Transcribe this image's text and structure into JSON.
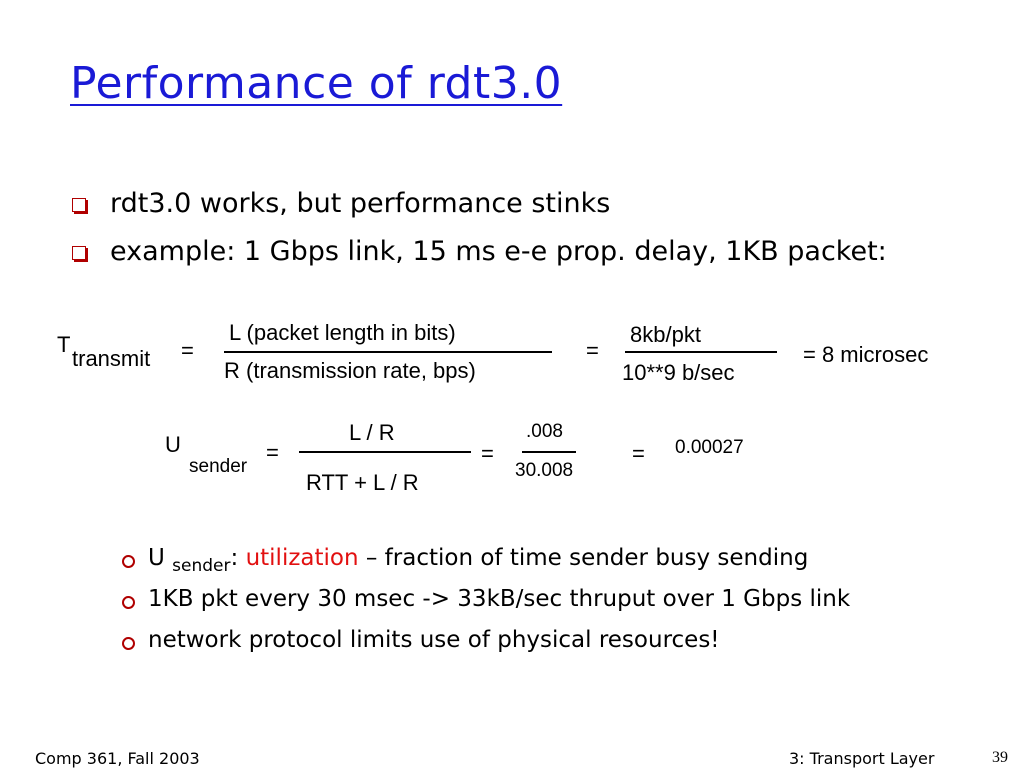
{
  "slide": {
    "title": "Performance of rdt3.0",
    "bullets": [
      "rdt3.0 works, but performance stinks",
      "example: 1 Gbps link, 15 ms e-e prop. delay, 1KB packet:"
    ],
    "equation1": {
      "lhs_symbol": "T",
      "lhs_subscript": "transmit",
      "eq1": "=",
      "numerator": "L (packet length in bits)",
      "denominator": "R (transmission rate, bps)",
      "eq2": "=",
      "numerator2": "8kb/pkt",
      "denominator2": "10**9 b/sec",
      "result": "= 8 microsec"
    },
    "equation2": {
      "lhs_symbol": "U",
      "lhs_subscript": "sender",
      "eq1": "=",
      "numerator": "L / R",
      "denominator": "RTT + L / R",
      "eq2": "=",
      "numerator2": ".008",
      "denominator2": "30.008",
      "eq3": "=",
      "result": "0.00027"
    },
    "sub_bullets": {
      "item1_symbol": "U",
      "item1_subscript": "sender",
      "item1_colon": ":",
      "item1_term": "utilization",
      "item1_rest": "– fraction of time sender busy sending",
      "item2": "1KB pkt every 30 msec -> 33kB/sec thruput over 1 Gbps link",
      "item3": "network protocol limits use of physical resources!"
    },
    "footer": {
      "left": "Comp 361, Fall 2003",
      "right": "3: Transport Layer",
      "page": "39"
    },
    "colors": {
      "title": "#1a1ad6",
      "bullet_icon": "#b00000",
      "highlight": "#e21010"
    }
  }
}
